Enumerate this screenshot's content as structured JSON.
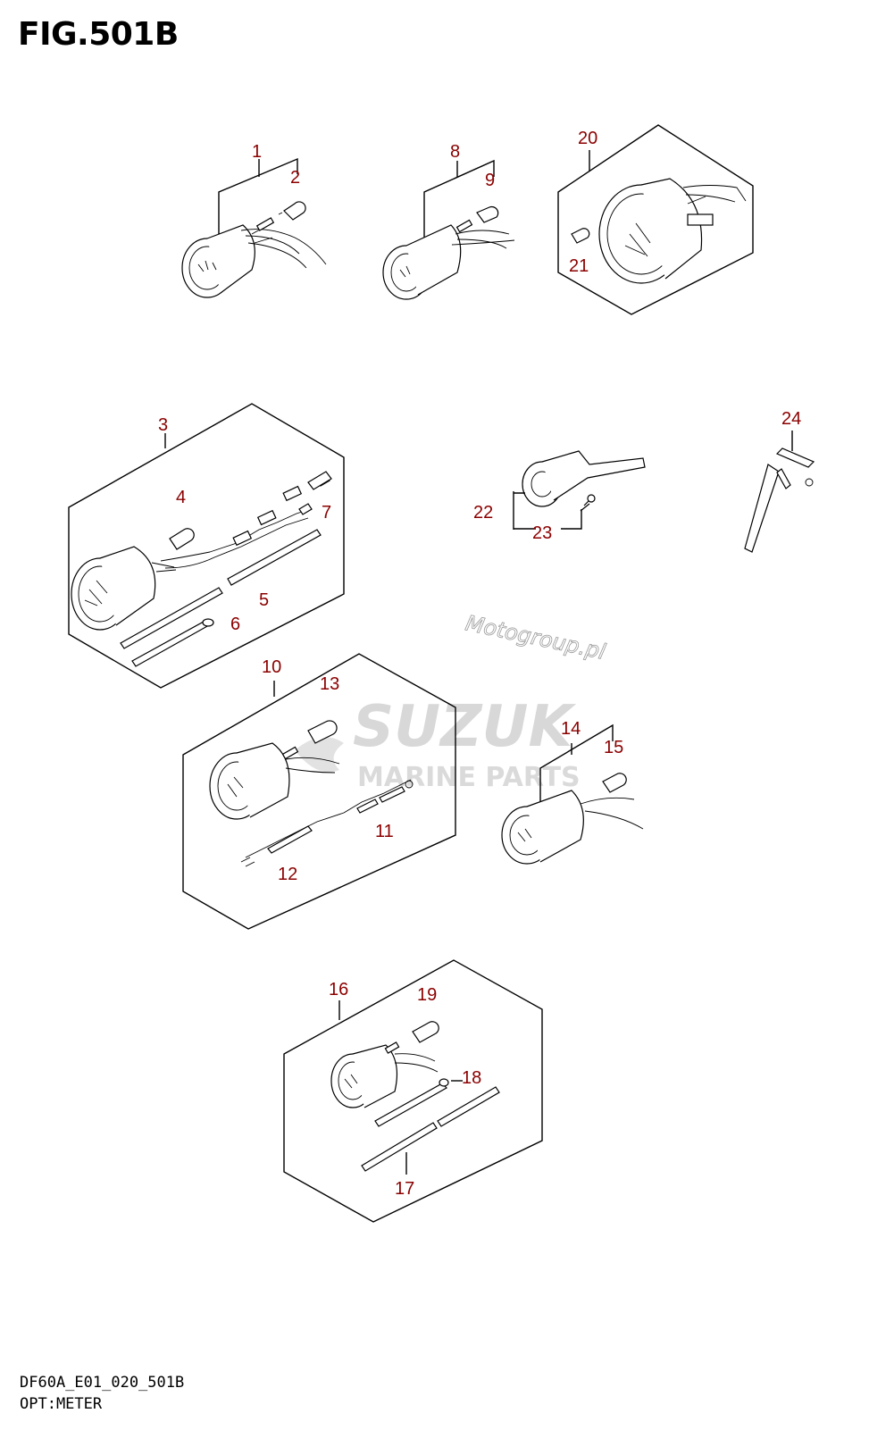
{
  "figure": {
    "title": "FIG.501B",
    "code": "DF60A_E01_020_501B",
    "caption": "OPT:METER"
  },
  "callouts": [
    "1",
    "2",
    "3",
    "4",
    "5",
    "6",
    "7",
    "8",
    "9",
    "10",
    "11",
    "12",
    "13",
    "14",
    "15",
    "16",
    "17",
    "18",
    "19",
    "20",
    "21",
    "22",
    "23",
    "24"
  ],
  "watermark": {
    "brand": "SUZUK",
    "subtitle": "MARINE PARTS",
    "site": "Motogroup.pl"
  },
  "colors": {
    "callout": "#8b0000",
    "line": "#000000",
    "watermark": "#d8d8d8"
  }
}
